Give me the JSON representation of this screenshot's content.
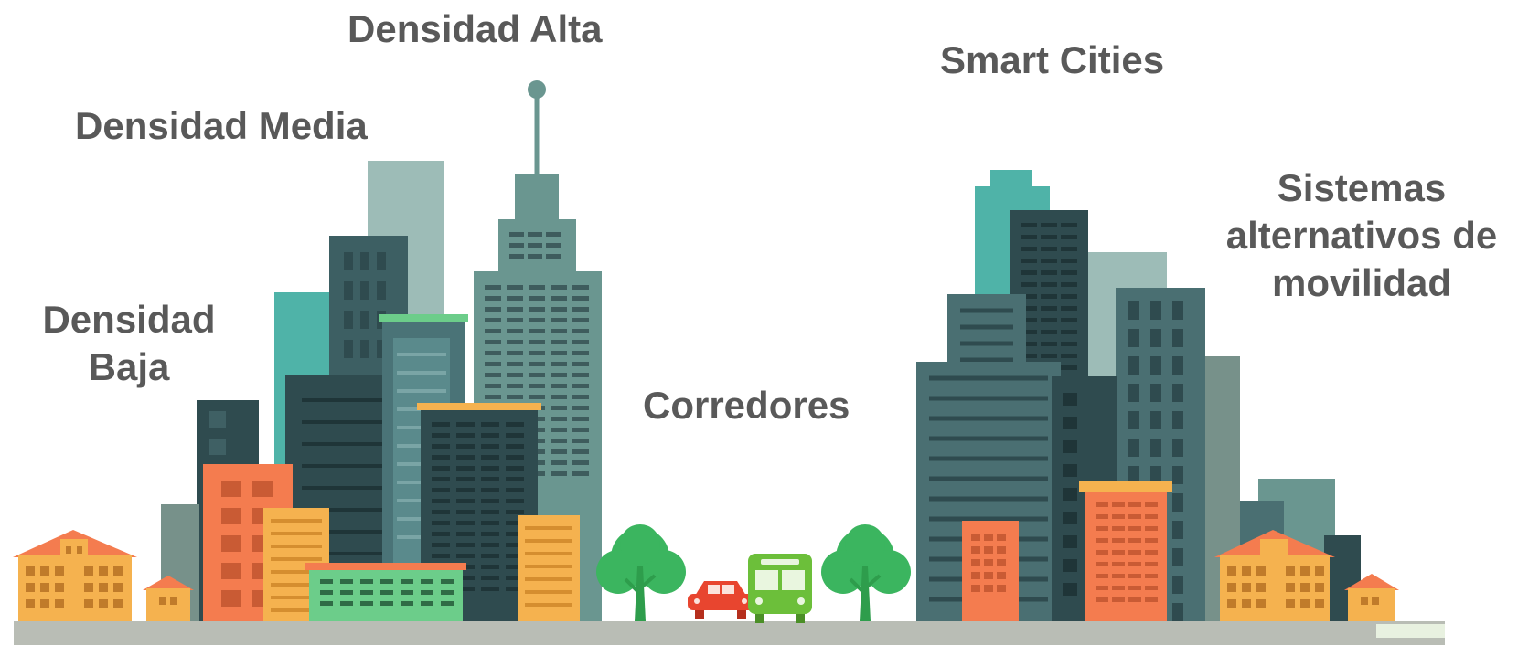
{
  "labels": {
    "high_density": "Densidad Alta",
    "medium_density": "Densidad Media",
    "low_density_line1": "Densidad",
    "low_density_line2": "Baja",
    "corridors": "Corredores",
    "smart_cities": "Smart Cities",
    "mobility_line1": "Sistemas",
    "mobility_line2": "alternativos de",
    "mobility_line3": "movilidad"
  },
  "colors": {
    "label_text": "#595959",
    "ground": "#b9bdb5",
    "dark_teal": "#2f4b4f",
    "teal": "#4a6f72",
    "mint": "#4fb3a8",
    "sage": "#9dbcb7",
    "gray_green": "#77918a",
    "orange": "#f47c4f",
    "yellow": "#f5b24f",
    "green_building": "#6ccd8a",
    "tree": "#3bb55f",
    "trunk": "#2e9d4c",
    "car": "#e8452f",
    "bus": "#6cbf3a"
  },
  "icons": [
    "house-icon",
    "tree-icon",
    "car-icon",
    "bus-icon",
    "antenna-icon"
  ]
}
